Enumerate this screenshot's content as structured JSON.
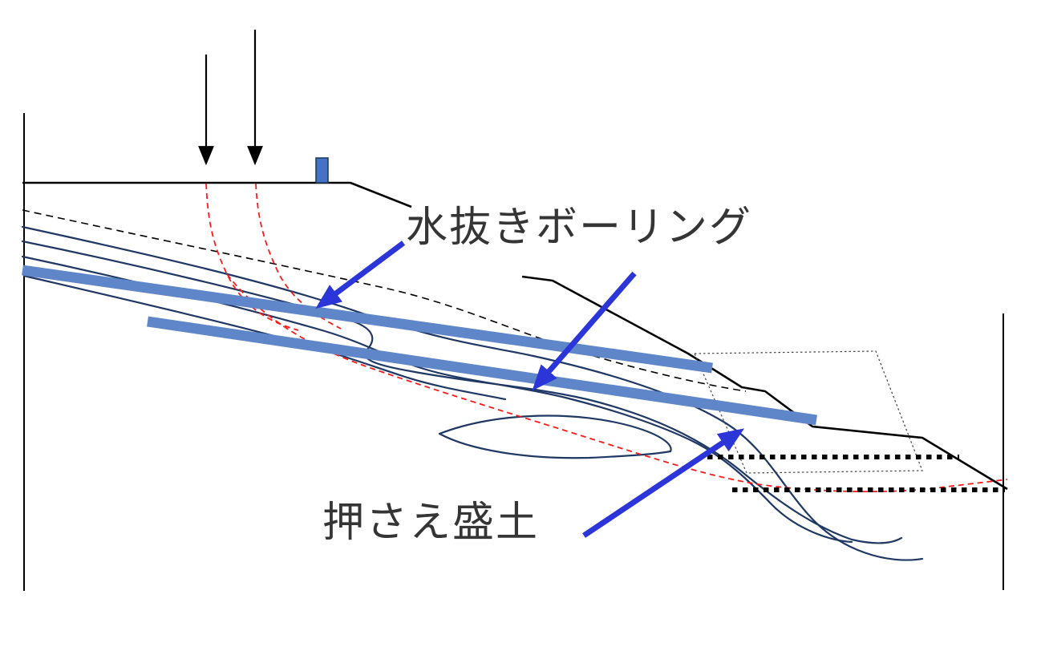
{
  "diagram": {
    "type": "landslide-countermeasure-cross-section",
    "labels": {
      "drainage_boring": "水抜きボーリング",
      "counterweight_fill": "押さえ盛土"
    }
  },
  "colors": {
    "boring": "#5E86C8",
    "arrow": "#2B35D8",
    "strata": "#1F3864",
    "slip": "#FF1A1A",
    "ground": "#000000",
    "structure": "#4472C4"
  }
}
